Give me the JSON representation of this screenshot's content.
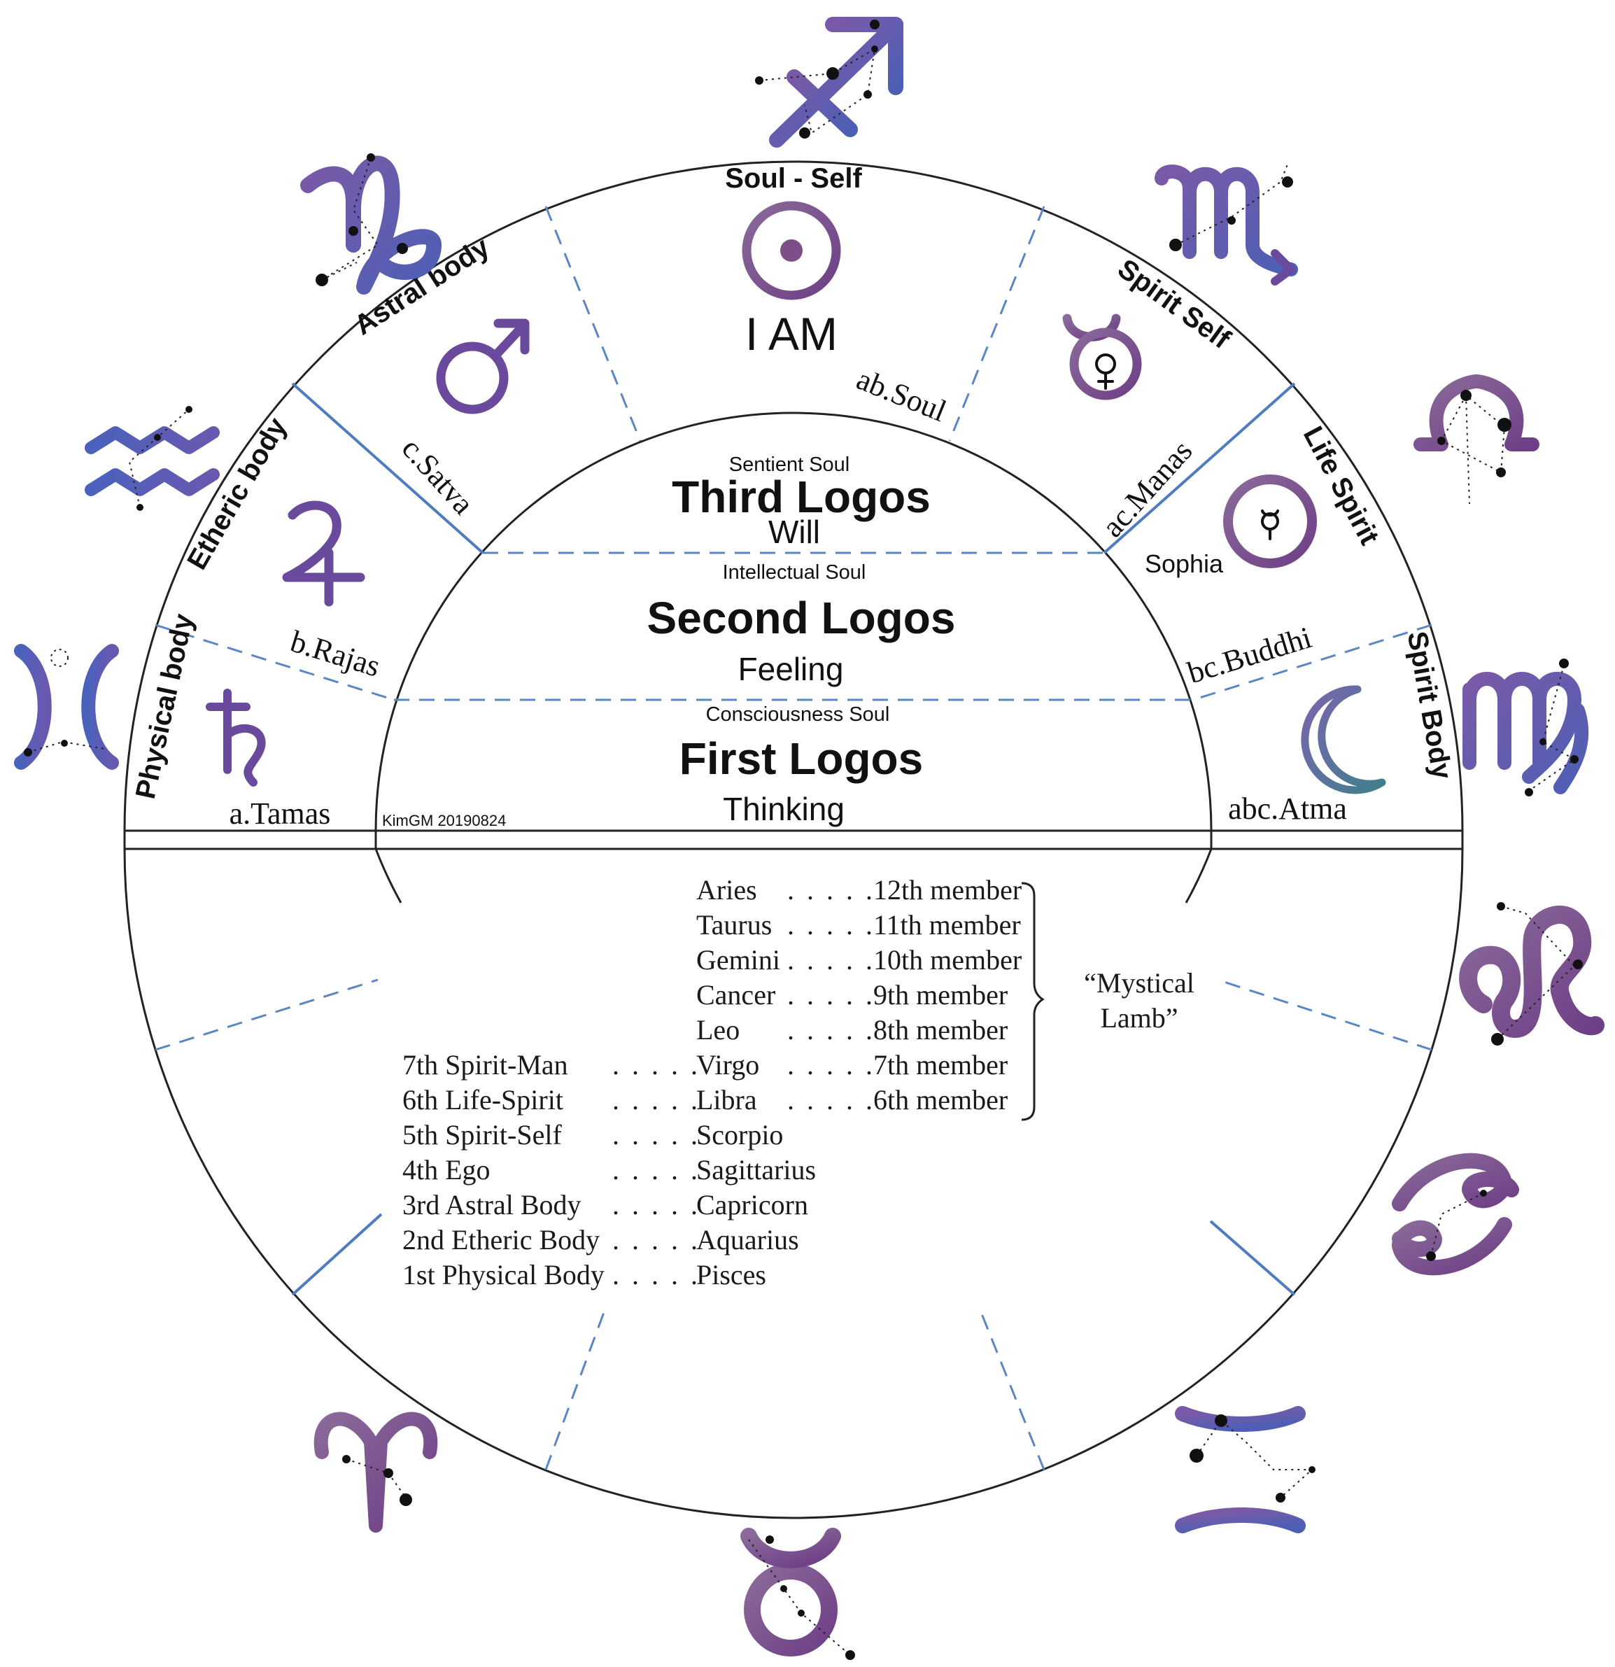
{
  "colors": {
    "symbol_purple": "#6a4a9c",
    "symbol_plum": "#7d4f88",
    "symbol_blue": "#4f64b8",
    "guide_blue": "#5b86c6",
    "moon_teal": "#4a7a8c"
  },
  "outer_sections": {
    "soul_self": "Soul - Self",
    "astral_body": "Astral body",
    "etheric_body": "Etheric body",
    "physical_body": "Physical body",
    "spirit_self": "Spirit Self",
    "life_spirit": "Life Spirit",
    "spirit_body": "Spirit Body"
  },
  "center_label": "I AM",
  "sophia": "Sophia",
  "gunas": {
    "tamas": "a.Tamas",
    "rajas": "b.Rajas",
    "satva": "c.Satva",
    "soul": "ab.Soul",
    "manas": "ac.Manas",
    "buddhi": "bc.Buddhi",
    "atma": "abc.Atma"
  },
  "inner_bands": {
    "third": {
      "soul": "Sentient Soul",
      "logos": "Third Logos",
      "faculty": "Will"
    },
    "second": {
      "soul": "Intellectual Soul",
      "logos": "Second Logos",
      "faculty": "Feeling"
    },
    "first": {
      "soul": "Consciousness Soul",
      "logos": "First Logos",
      "faculty": "Thinking"
    }
  },
  "credit": "KimGM 20190824",
  "mystical_lamb": [
    "“Mystical",
    "Lamb”"
  ],
  "member_table": [
    {
      "left": "",
      "sign": "Aries",
      "member": "12th member"
    },
    {
      "left": "",
      "sign": "Taurus",
      "member": "11th member"
    },
    {
      "left": "",
      "sign": "Gemini",
      "member": "10th member"
    },
    {
      "left": "",
      "sign": "Cancer",
      "member": "9th member"
    },
    {
      "left": "",
      "sign": "Leo",
      "member": "8th member"
    },
    {
      "left": "7th Spirit-Man",
      "sign": "Virgo",
      "member": "7th member"
    },
    {
      "left": "6th Life-Spirit",
      "sign": "Libra",
      "member": "6th member"
    },
    {
      "left": "5th Spirit-Self",
      "sign": "Scorpio",
      "member": ""
    },
    {
      "left": "4th Ego",
      "sign": "Sagittarius",
      "member": ""
    },
    {
      "left": "3rd Astral Body",
      "sign": "Capricorn",
      "member": ""
    },
    {
      "left": "2nd Etheric Body",
      "sign": "Aquarius",
      "member": ""
    },
    {
      "left": "1st Physical Body",
      "sign": "Pisces",
      "member": ""
    }
  ],
  "zodiac_icons": [
    "sagittarius-icon",
    "capricorn-icon",
    "scorpio-icon",
    "aquarius-icon",
    "libra-icon",
    "pisces-icon",
    "virgo-icon",
    "leo-icon",
    "cancer-icon",
    "aries-icon",
    "gemini-icon",
    "taurus-icon"
  ],
  "planet_icons": [
    "sun-icon",
    "mars-icon",
    "jupiter-icon",
    "saturn-icon",
    "mercury-icon",
    "venus-icon",
    "moon-icon"
  ]
}
